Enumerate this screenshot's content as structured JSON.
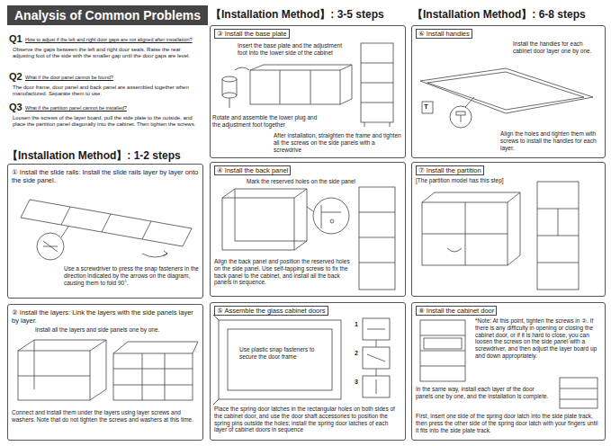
{
  "diagram": {
    "title": "Analysis of Common Problems",
    "nodes": [
      {
        "text": [
          "① Install the slide rails: Install the slide rails layer by layer onto the side panel.",
          "Use a screwdriver to press the snap fasteners in the direction indicated by the arrows on the diagram, causing them to fold 90°."
        ]
      },
      {
        "text": [
          "② Install the layers: Link the layers with the side panels layer by layer.",
          "Install all the layers and side panels one by one.",
          "Connect and install them under the layers using layer screws and washers. Note that do not tighten the screws and washers at this time."
        ]
      },
      {
        "text": [
          "③ Install the base plate",
          "Insert the base plate and the adjustment foot into the lower side of the cabinet",
          "Rotate and assemble the lower plug and the adjustment foot together",
          "After installation, straighten the frame and tighten all the screws on the side panels with a screwdrive"
        ]
      },
      {
        "text": [
          "④ Install the back panel",
          "Mark the reserved holes on the side panel",
          "Align the back panel and position the reserved holes on the side panel. Use self-tapping screws to fix the back panel to the cabinet, and install all the back panels in sequence."
        ]
      },
      {
        "text": [
          "⑤ Assemble the glass cabinet doors",
          "Use plastic snap fasteners to secure the door frame",
          "Place the spring door latches in the rectangular holes on both sides of the cabinet door, and use the door shaft accessories to position the spring pins outside the holes; install the spring door latches of each layer of cabinet doors in sequence"
        ]
      },
      {
        "text": [
          "⑥ Install handles",
          "Install the handles for each cabinet door layer one by one.",
          "Align the holes and tighten them with screws to install the handles for each layer."
        ]
      },
      {
        "text": [
          "⑦ Install the partition",
          "[The partition model has this step]"
        ]
      },
      {
        "text": [
          "⑧ Install the cabinet door",
          "*Note: At this point, tighten the screws in ②. If there is any difficulty in opening or closing the cabinet door, or if it is hard to close, you can loosen the screws on the side panel with a screwdriver, and then adjust the layer board up and down appropriately.",
          "In the same way, install each layer of the door panels one by one, and the installation is complete.",
          "First, insert one side of the spring door latch into the side plate track, then press the other side of the spring door latch with your fingers until it fits into the side plate track."
        ]
      }
    ],
    "labels": [
      "【Installation Method】: 1-2 steps",
      "【Installation Method】: 3-5 steps",
      "【Installation Method】: 6-8 steps",
      "Q1",
      "How to adjust if the left and right door gaps are not aligned after installation?",
      "Observe the gaps between the left and right door seals. Raise the rear adjusting foot of the side with the smaller gap until the door gaps are level.",
      "Q2",
      "What if the door panel cannot be found?",
      "The door frame, door panel and back panel are assembled together when manufactured. Separate them to use.",
      "Q3",
      "What if the partition panel cannot be installed?",
      "Loosen the screws of the layer board, pull the side plate to the outside, and place the partition panel diagonally into the cabinet. Then tighten the screws.",
      "1",
      "2",
      "3",
      "T"
    ]
  }
}
